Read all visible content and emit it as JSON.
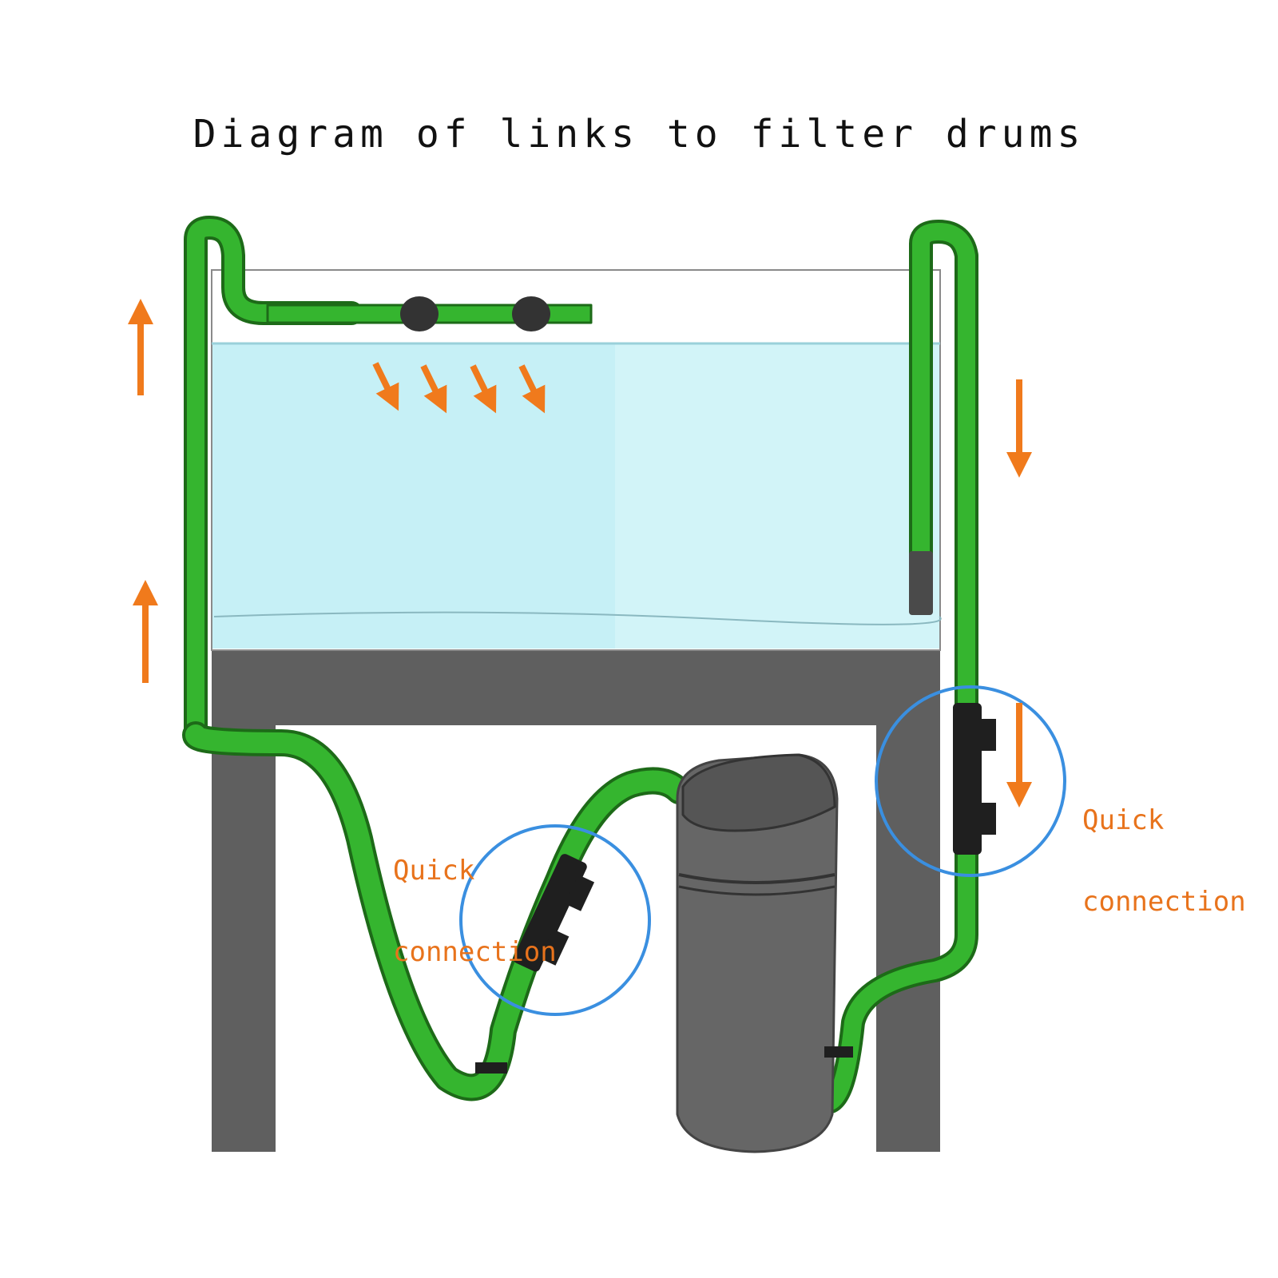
{
  "title": "Diagram of links to filter drums",
  "labels": [
    {
      "line1": "Quick",
      "line2": "connection"
    },
    {
      "line1": "Quick",
      "line2": "connection"
    }
  ],
  "colors": {
    "hose": "#35b52f",
    "hose_dark": "#1d6a18",
    "water": "#c6f0f6",
    "stand": "#5f5f5f",
    "canister": "#666666",
    "arrow": "#f07a1c",
    "circle": "#3a8fe0",
    "connector": "#1f1f1f"
  }
}
